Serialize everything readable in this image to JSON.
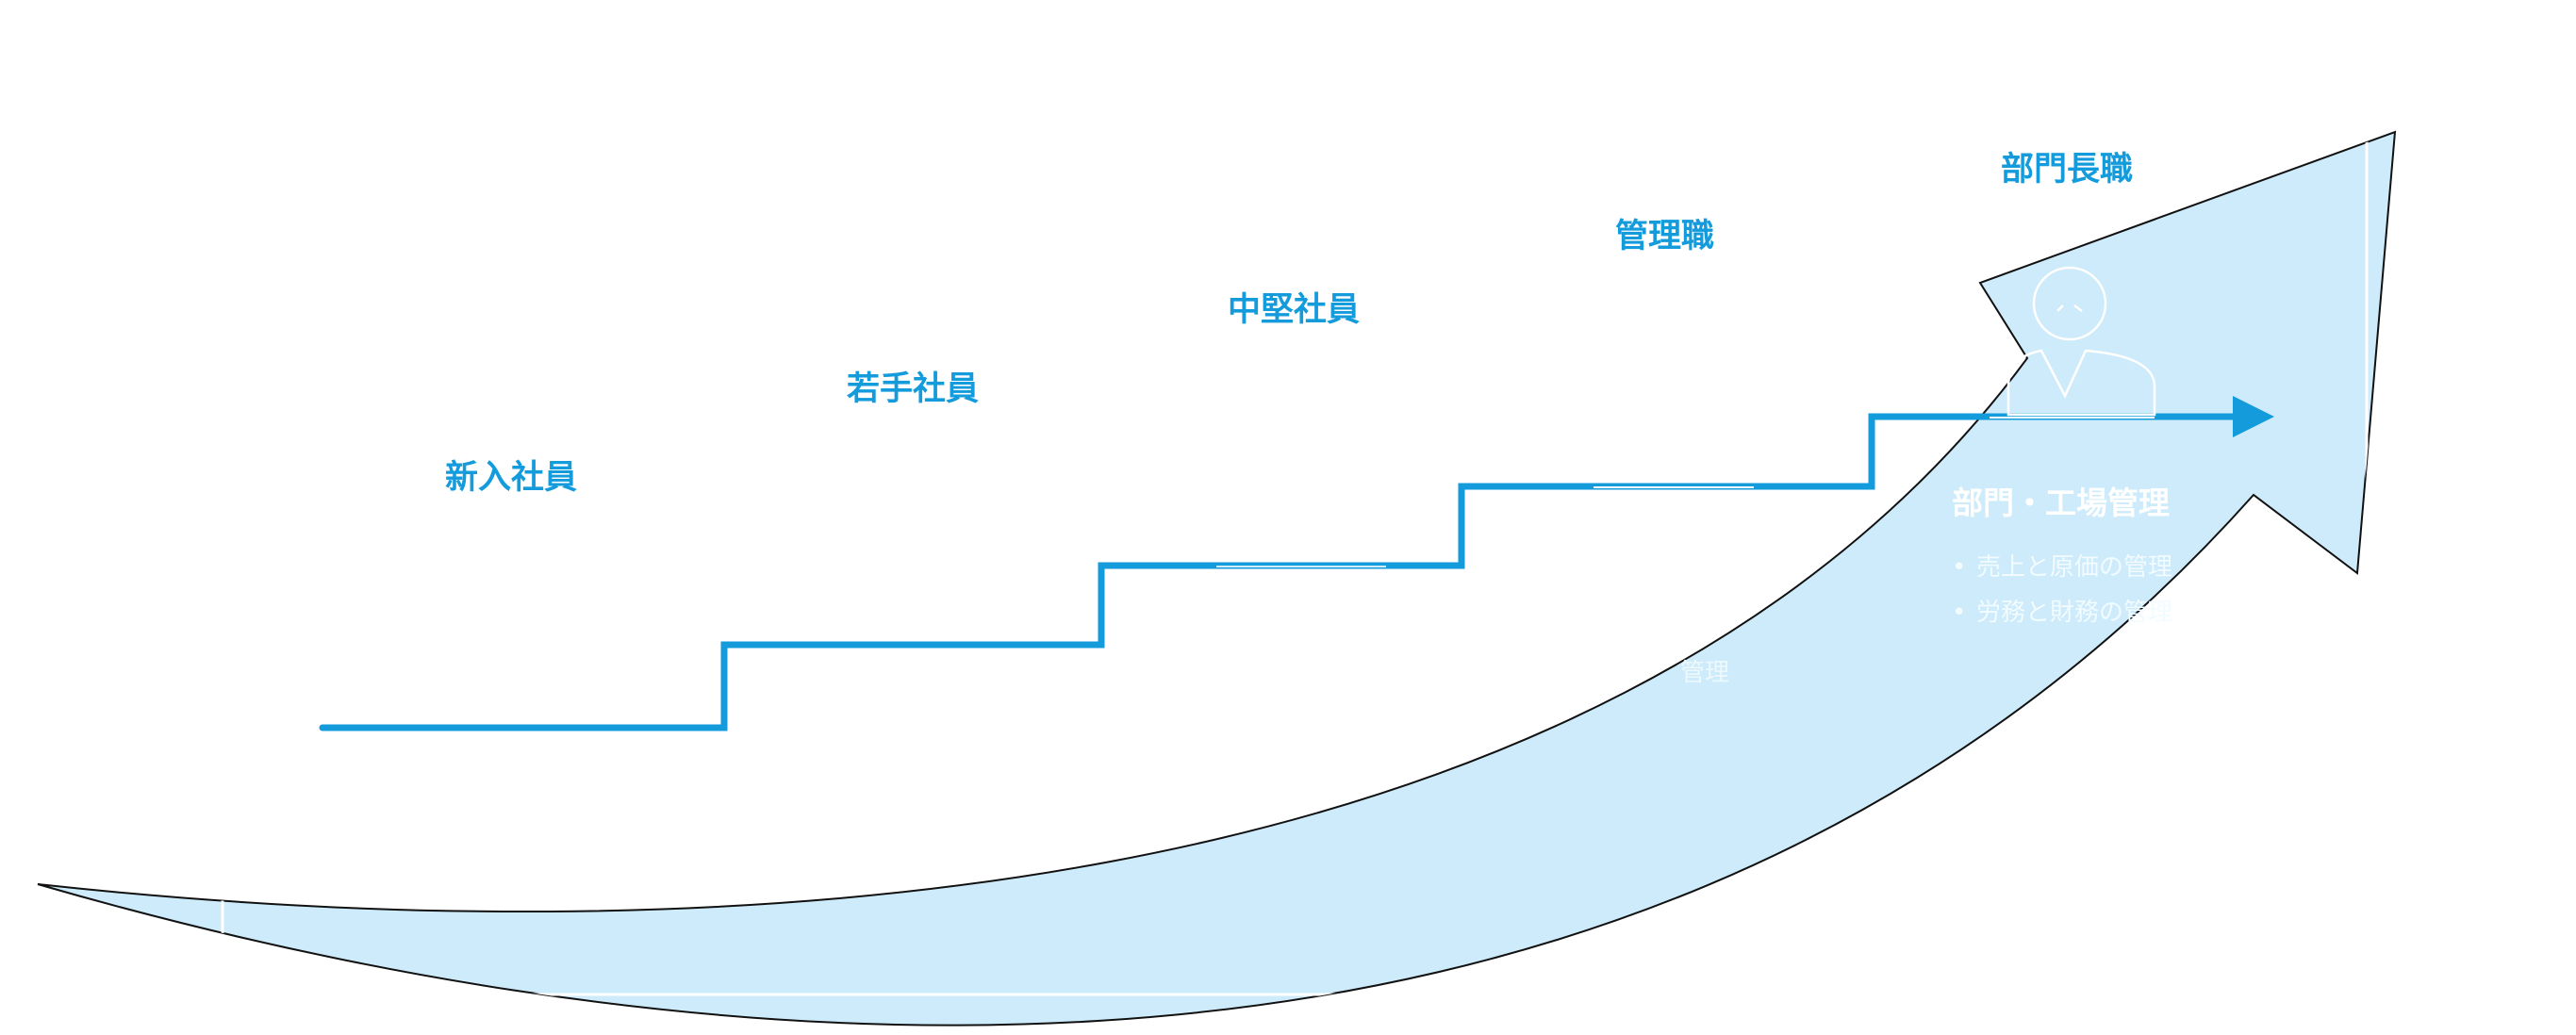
{
  "career_steps": [
    {
      "label": "新入社員"
    },
    {
      "label": "若手社員"
    },
    {
      "label": "中堅社員"
    },
    {
      "label": "管理職"
    },
    {
      "label": "部門長職"
    }
  ],
  "top_role_description": {
    "heading": "部門・工場管理",
    "items": [
      "売上と原価の管理",
      "労務と財務の管理"
    ]
  },
  "partial_text": "管理",
  "colors": {
    "accent": "#139bdc",
    "arrow_fill": "#cdebfa",
    "arrow_outline": "#111111",
    "text_light": "#ffffff"
  },
  "icons": [
    "person-icon",
    "arrow-right-icon"
  ]
}
